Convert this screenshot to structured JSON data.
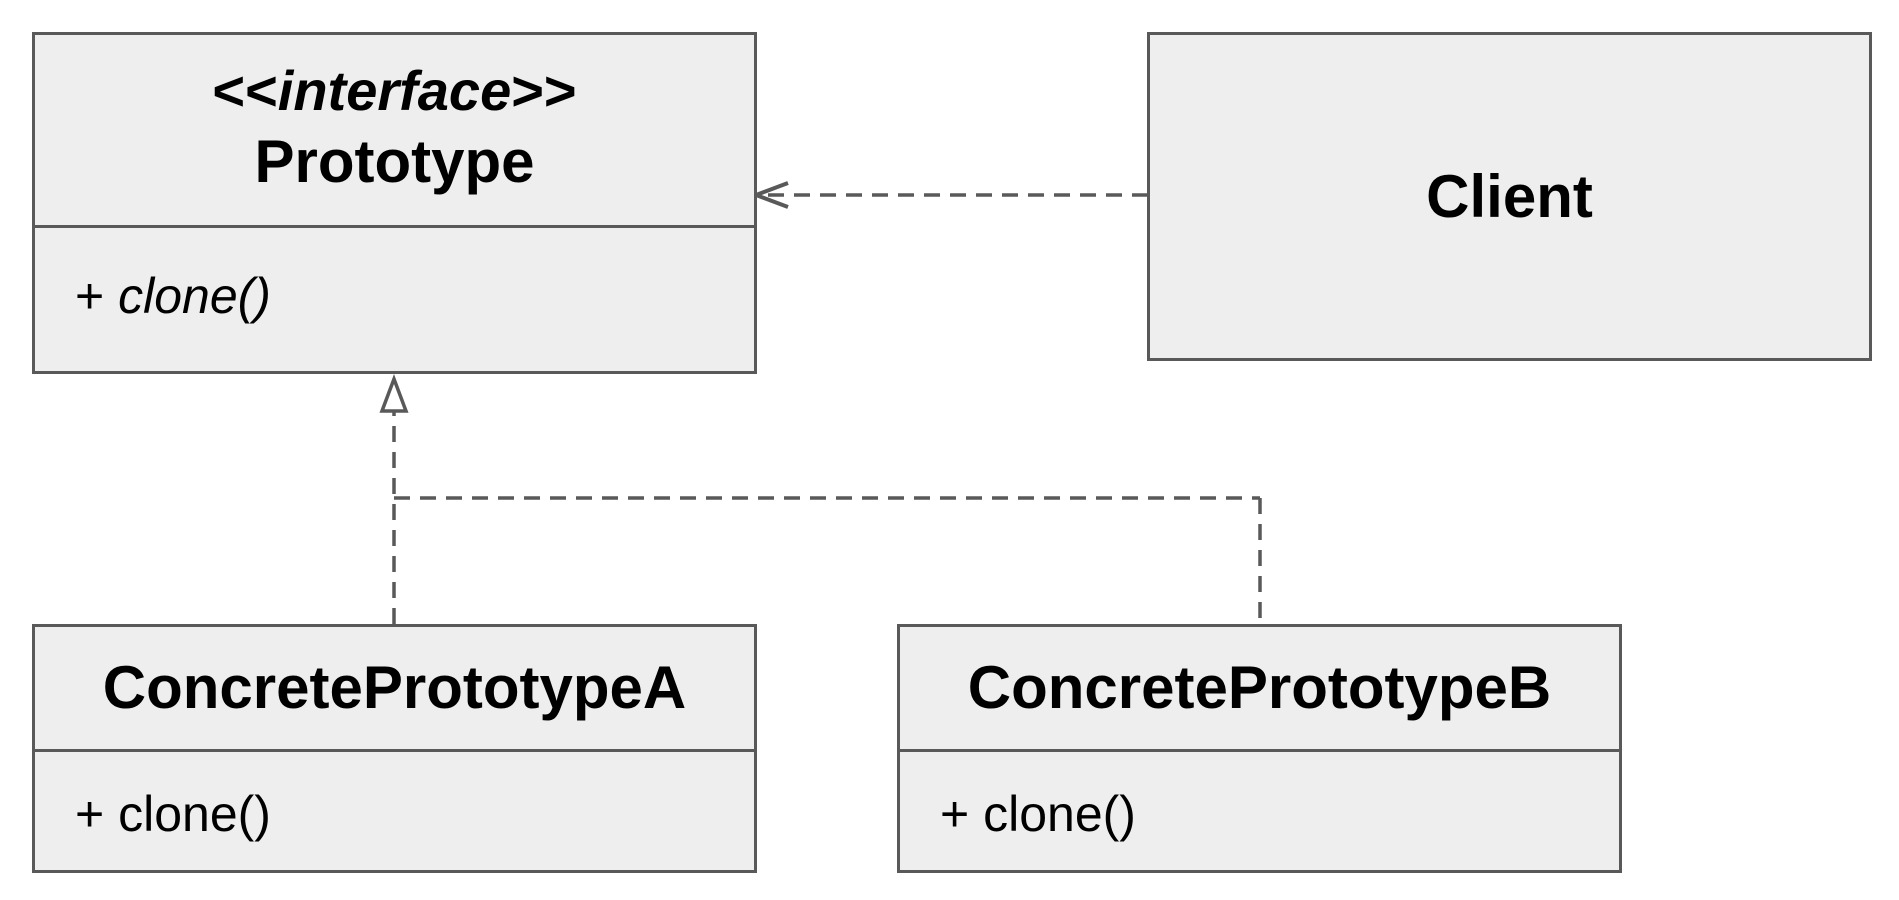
{
  "diagram": {
    "colors": {
      "box_fill": "#eeeeee",
      "box_border": "#595959",
      "connector": "#595959",
      "text": "#000000"
    },
    "prototype": {
      "stereotype_open": "<<",
      "stereotype_word": "interface",
      "stereotype_close": ">>",
      "name": "Prototype",
      "operation_visibility": "+ ",
      "operation_name": "clone()"
    },
    "client": {
      "name": "Client"
    },
    "concrete_a": {
      "name": "ConcretePrototypeA",
      "operation": "+ clone()"
    },
    "concrete_b": {
      "name": "ConcretePrototypeB",
      "operation": "+ clone()"
    },
    "relationships": [
      {
        "from": "Client",
        "to": "Prototype",
        "kind": "dependency",
        "line": "dashed",
        "head": "open-arrow"
      },
      {
        "from": "ConcretePrototypeA",
        "to": "Prototype",
        "kind": "realization",
        "line": "dashed",
        "head": "hollow-triangle"
      },
      {
        "from": "ConcretePrototypeB",
        "to": "Prototype",
        "kind": "realization",
        "line": "dashed",
        "head": "hollow-triangle"
      }
    ]
  }
}
